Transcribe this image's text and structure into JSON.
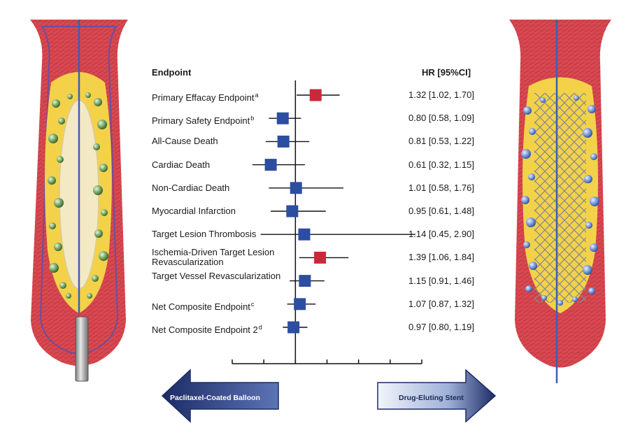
{
  "chart_data": {
    "type": "forest",
    "title": "",
    "xlabel": "",
    "ylabel": "",
    "header_left": "Endpoint",
    "header_right": "HR [95%CI]",
    "xlim": [
      0,
      3
    ],
    "reference": 1,
    "rows": [
      {
        "label": "Primary Effacay Endpoint",
        "sup": "a",
        "hr": 1.32,
        "lo": 1.02,
        "hi": 1.7,
        "text": "1.32 [1.02, 1.70]",
        "color": "#c8293b"
      },
      {
        "label": "Primary Safety Endpoint",
        "sup": "b",
        "hr": 0.8,
        "lo": 0.58,
        "hi": 1.09,
        "text": "0.80 [0.58, 1.09]",
        "color": "#2b4ea2"
      },
      {
        "label": "All-Cause Death",
        "sup": "",
        "hr": 0.81,
        "lo": 0.53,
        "hi": 1.22,
        "text": "0.81 [0.53, 1.22]",
        "color": "#2b4ea2"
      },
      {
        "label": "Cardiac Death",
        "sup": "",
        "hr": 0.61,
        "lo": 0.32,
        "hi": 1.15,
        "text": "0.61 [0.32, 1.15]",
        "color": "#2b4ea2"
      },
      {
        "label": "Non-Cardiac Death",
        "sup": "",
        "hr": 1.01,
        "lo": 0.58,
        "hi": 1.76,
        "text": "1.01 [0.58, 1.76]",
        "color": "#2b4ea2"
      },
      {
        "label": "Myocardial Infarction",
        "sup": "",
        "hr": 0.95,
        "lo": 0.61,
        "hi": 1.48,
        "text": "0.95 [0.61, 1.48]",
        "color": "#2b4ea2"
      },
      {
        "label": "Target Lesion Thrombosis",
        "sup": "",
        "hr": 1.14,
        "lo": 0.45,
        "hi": 2.9,
        "text": "1.14 [0.45, 2.90]",
        "color": "#2b4ea2"
      },
      {
        "label": "Ischemia-Driven Target Lesion Revascularization",
        "sup": "",
        "hr": 1.39,
        "lo": 1.06,
        "hi": 1.84,
        "text": "1.39 [1.06, 1.84]",
        "color": "#c8293b"
      },
      {
        "label": "Target Vessel Revascularization",
        "sup": "",
        "hr": 1.15,
        "lo": 0.91,
        "hi": 1.46,
        "text": "1.15 [0.91, 1.46]",
        "color": "#2b4ea2"
      },
      {
        "label": "Net Composite Endpoint",
        "sup": "c",
        "hr": 1.07,
        "lo": 0.87,
        "hi": 1.32,
        "text": "1.07 [0.87, 1.32]",
        "color": "#2b4ea2"
      },
      {
        "label": "Net Composite Endpoint 2",
        "sup": "d",
        "hr": 0.97,
        "lo": 0.8,
        "hi": 1.19,
        "text": "0.97 [0.80, 1.19]",
        "color": "#2b4ea2"
      }
    ],
    "left_arrow_label": "Paclitaxel-Coated Balloon",
    "right_arrow_label": "Drug-Eluting Stent"
  },
  "colors": {
    "favor_dcb": "#2b4ea2",
    "favor_des": "#c8293b",
    "vessel_wall": "#d84850",
    "plaque": "#f3d24a",
    "axis": "#111111"
  },
  "icons": {
    "left_illustration": "drug-coated-balloon-in-artery",
    "right_illustration": "drug-eluting-stent-in-artery"
  }
}
